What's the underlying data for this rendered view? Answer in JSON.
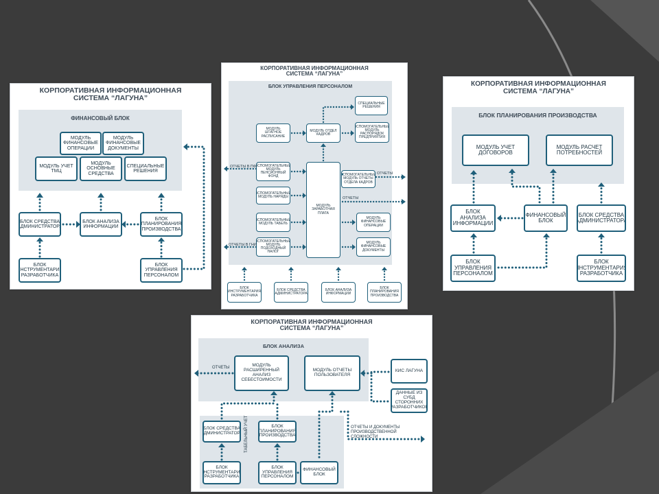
{
  "panel1": {
    "title": "КОРПОРАТИВНАЯ ИНФОРМАЦИОННАЯ СИСТЕМА “ЛАГУНА”",
    "area_label": "ФИНАНСОВЫЙ БЛОК",
    "boxes": {
      "fin_ops": "МОДУЛЬ ФИНАНСОВЫЕ ОПЕРАЦИИ",
      "fin_docs": "МОДУЛЬ ФИНАНСОВЫЕ ДОКУМЕНТЫ",
      "tmc": "МОДУЛЬ УЧЕТ ТМЦ",
      "fixed_assets": "МОДУЛЬ ОСНОВНЫЕ СРЕДСТВА",
      "special": "СПЕЦИАЛЬНЫЕ РЕШЕНИЯ",
      "admin": "БЛОК СРЕДСТВА АДМИНИСТРАТОРА",
      "analysis": "БЛОК АНАЛИЗА ИНФОРМАЦИИ",
      "planning": "БЛОК ПЛАНИРОВАНИЯ ПРОИЗВОДСТВА",
      "devtools": "БЛОК ИНСТРУМЕНТАРИЯ РАЗРАБОТЧИКА",
      "hr": "БЛОК УПРАВЛЕНИЯ ПЕРСОНАЛОМ"
    }
  },
  "panel2": {
    "title": "КОРПОРАТИВНАЯ ИНФОРМАЦИОННАЯ СИСТЕМА “ЛАГУНА”",
    "area_label": "БЛОК УПРАВЛЕНИЯ ПЕРСОНАЛОМ",
    "boxes": {
      "special": "СПЕЦИАЛЬНЫЕ РЕШЕНИЯ",
      "staffing": "МОДУЛЬ ШТАТНОЕ РАСПИСАНИЕ",
      "hr_dept": "МОДУЛЬ ОТДЕЛ КАДРОВ",
      "schedule": "ВСПОМОГАТЕЛЬНЫЙ МОДУЛЬ РАСПОРЯДОК ПРЕДПРИЯТИЯ",
      "pension": "ВСПОМОГАТЕЛЬНЫЙ МОДУЛЬ ПЕНСИОННЫЙ ФОНД",
      "orders": "ВСПОМОГАТЕЛЬНЫЙ МОДУЛЬ НАРЯДЫ",
      "timesheet": "ВСПОМОГАТЕЛЬНЫЙ МОДУЛЬ ТАБЕЛЬ",
      "income_tax": "ВСПОМОГАТЕЛЬНЫЙ МОДУЛЬ ПОДОХОДНЫЙ НАЛОГ",
      "payroll": "МОДУЛЬ ЗАРАБОТНАЯ ПЛАТА",
      "hr_reports": "ВСПОМОГАТЕЛЬНЫЙ МОДУЛЬ ОТЧЕТЫ ОТДЕЛА КАДРОВ",
      "fin_ops": "МОДУЛЬ ФИНАНСОВЫЕ ОПЕРАЦИИ",
      "fin_docs": "МОДУЛЬ ФИНАНСОВЫЕ ДОКУМЕНТЫ",
      "devtools": "БЛОК ИНСТРУМЕНТАРИЯ РАЗРАБОТЧИКА",
      "admin": "БЛОК СРЕДСТВА АДМИНИСТРАТОРА",
      "analysis": "БЛОК АНАЛИЗА ИНФОРМАЦИИ",
      "planning": "БЛОК ПЛАНИРОВАНИЯ ПРОИЗВОДСТВА"
    },
    "labels": {
      "reports_pf": "ОТЧЕТЫ В ПФ",
      "reports_r": "ОТЧЕТЫ",
      "reports_c": "ОТЧЕТЫ",
      "reports_gni": "ОТЧЕТЫ В ГНИ"
    }
  },
  "panel3": {
    "title": "КОРПОРАТИВНАЯ ИНФОРМАЦИОННАЯ СИСТЕМА “ЛАГУНА”",
    "area_label": "БЛОК ПЛАНИРОВАНИЯ ПРОИЗВОДСТВА",
    "boxes": {
      "contracts": "МОДУЛЬ УЧЕТ ДОГОВОРОВ",
      "needs": "МОДУЛЬ РАСЧЕТ ПОТРЕБНОСТЕЙ",
      "analysis": "БЛОК АНАЛИЗА ИНФОРМАЦИИ",
      "finance": "ФИНАНСОВЫЙ БЛОК",
      "admin": "БЛОК СРЕДСТВА АДМИНИСТРАТОРА",
      "hr": "БЛОК УПРАВЛЕНИЯ ПЕРСОНАЛОМ",
      "devtools": "БЛОК ИНСТРУМЕНТАРИЯ РАЗРАБОТЧИКА"
    }
  },
  "panel4": {
    "title": "КОРПОРАТИВНАЯ ИНФОРМАЦИОННАЯ СИСТЕМА “ЛАГУНА”",
    "area_label": "БЛОК АНАЛИЗА",
    "boxes": {
      "cost": "МОДУЛЬ РАСШИРЕННЫЙ АНАЛИЗ СЕБЕСТОИМОСТИ",
      "user_reports": "МОДУЛЬ ОТЧЕТЫ ПОЛЬЗОВАТЕЛЯ",
      "kis": "КИС ЛАГУНА",
      "third_party": "ДАННЫЕ ИЗ СУБД СТОРОННИХ РАЗРАБОТЧИКОВ",
      "admin": "БЛОК СРЕДСТВА АДМИНИСТРАТОРА",
      "planning": "БЛОК ПЛАНИРОВАНИЯ ПРОИЗВОДСТВА",
      "devtools": "БЛОК ИНСТРУМЕНТАРИЯ РАЗРАБОТЧИКА",
      "hr": "БЛОК УПРАВЛЕНИЯ ПЕРСОНАЛОМ",
      "finance": "ФИНАНСОВЫЙ БЛОК"
    },
    "labels": {
      "reports": "ОТЧЕТЫ",
      "tabular": "ТАБЕЛЬНЫЙ УЧЕТ",
      "complex": "ОТЧЕТЫ И ДОКУМЕНТЫ ПРОИЗВОДСТВЕННОЙ СЛОЖНОСТИ"
    }
  },
  "colors": {
    "background": "#3a3a3a",
    "connector": "#1f5f7a",
    "area": "#dfe5ea"
  }
}
